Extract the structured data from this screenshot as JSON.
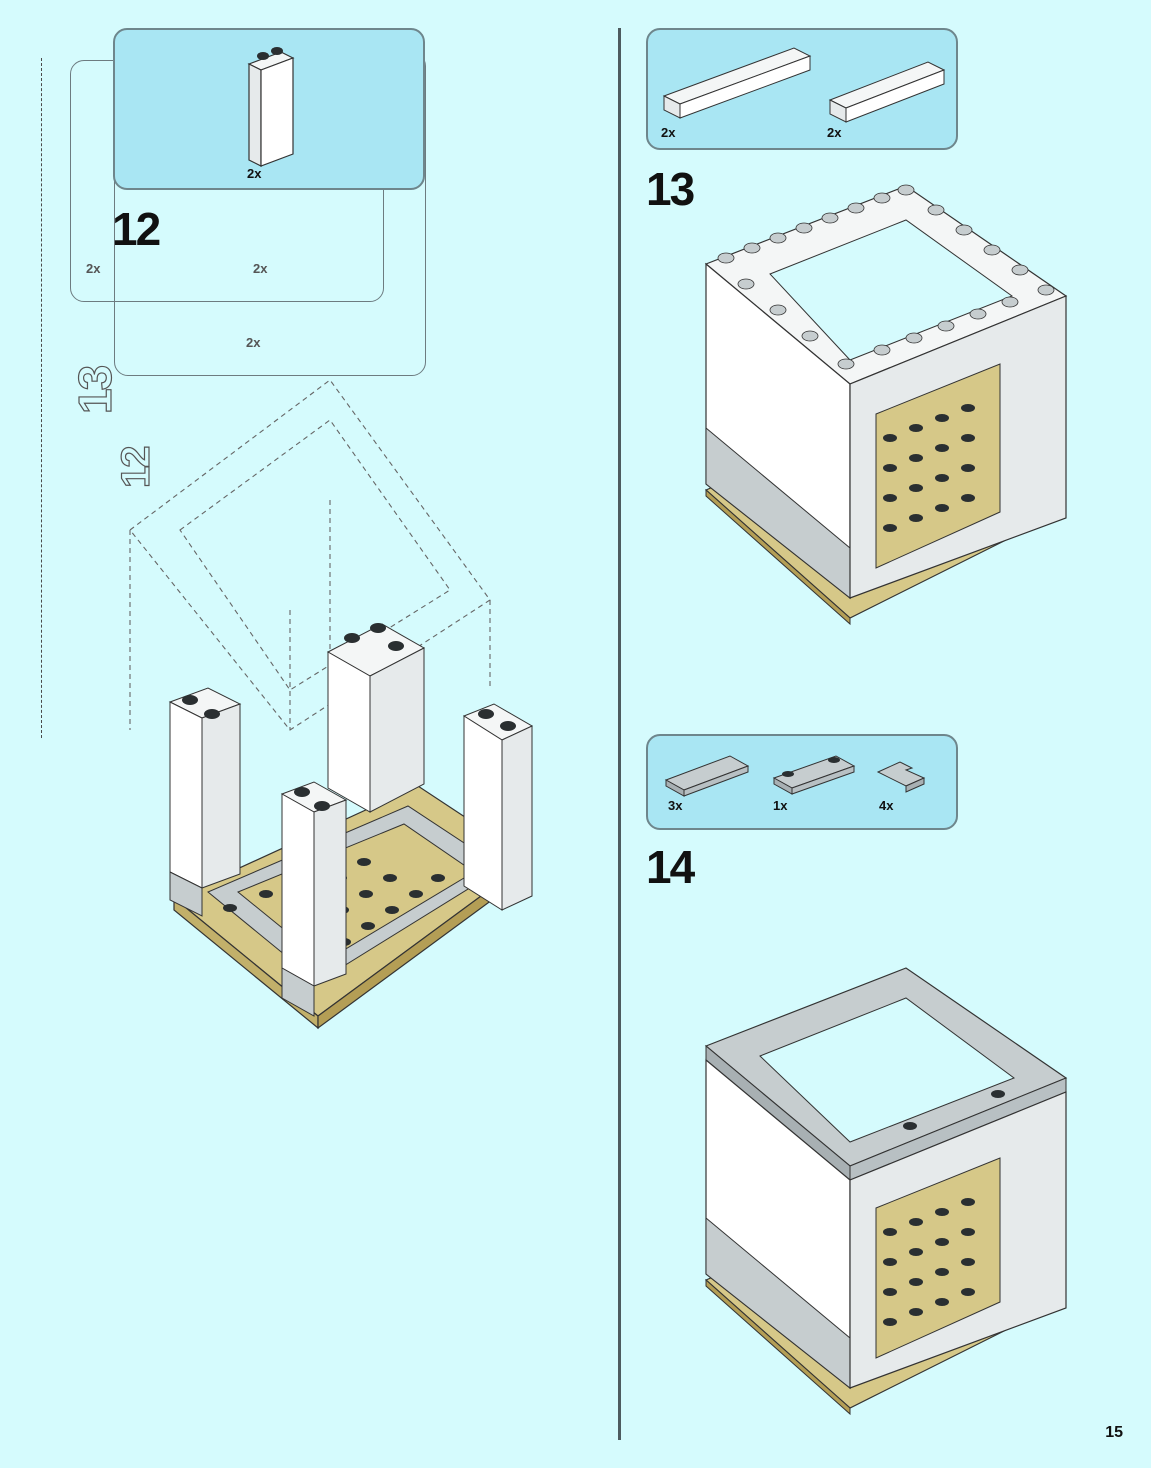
{
  "page": {
    "number": "15"
  },
  "steps": [
    {
      "number": "12",
      "parts": [
        {
          "qty": "2x"
        }
      ]
    },
    {
      "number": "13",
      "parts": [
        {
          "qty": "2x"
        },
        {
          "qty": "2x"
        }
      ]
    },
    {
      "number": "14",
      "parts": [
        {
          "qty": "3x"
        },
        {
          "qty": "1x"
        },
        {
          "qty": "4x"
        }
      ]
    }
  ],
  "ghost_previous_step": {
    "number": "13",
    "sub_number": "12",
    "parts": [
      {
        "qty": "2x"
      },
      {
        "qty": "2x"
      },
      {
        "qty": "2x"
      }
    ]
  },
  "colors": {
    "background": "#d5fbfd",
    "parts_box": "#a9e6f3",
    "white_brick": "#ffffff",
    "light_gray": "#c6cdcf",
    "dark_gray": "#2a2f31",
    "tan_plate": "#d6c888"
  }
}
